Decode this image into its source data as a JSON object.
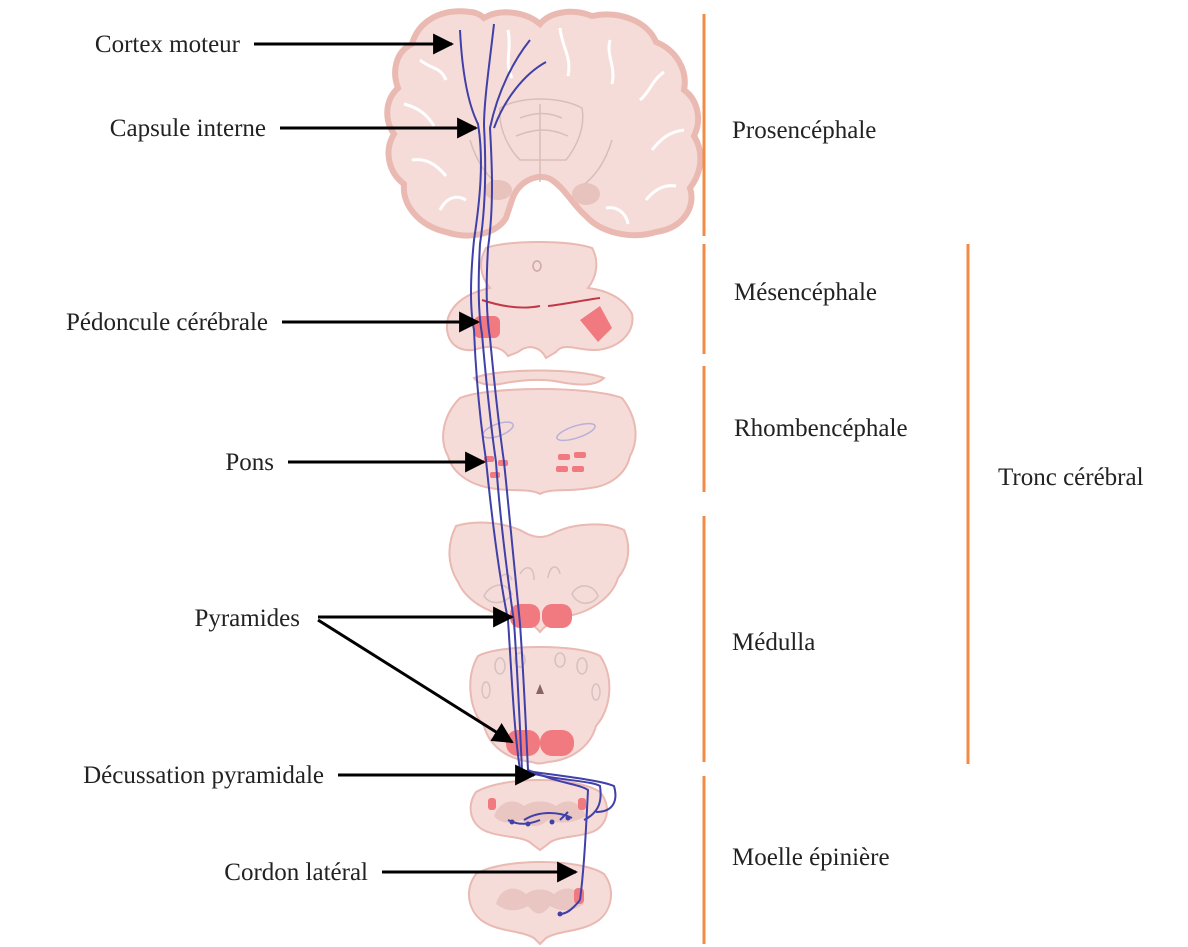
{
  "labels": {
    "cortex": "Cortex moteur",
    "capsule": "Capsule interne",
    "pedoncule": "Pédoncule cérébrale",
    "pons": "Pons",
    "pyramides": "Pyramides",
    "decussation": "Décussation pyramidale",
    "cordon": "Cordon latéral"
  },
  "regions": {
    "prosencephale": "Prosencéphale",
    "mesencephale": "Mésencéphale",
    "rhombencephale": "Rhombencéphale",
    "medulla": "Médulla",
    "moelle": "Moelle épinière",
    "tronc": "Tronc cérébral"
  },
  "colors": {
    "tissue": "#f6dcd8",
    "tissue_edge": "#e9b9b2",
    "highlight": "#f07a80",
    "tract": "#4040a8",
    "bracket": "#f28c44",
    "arrow": "#000000"
  }
}
